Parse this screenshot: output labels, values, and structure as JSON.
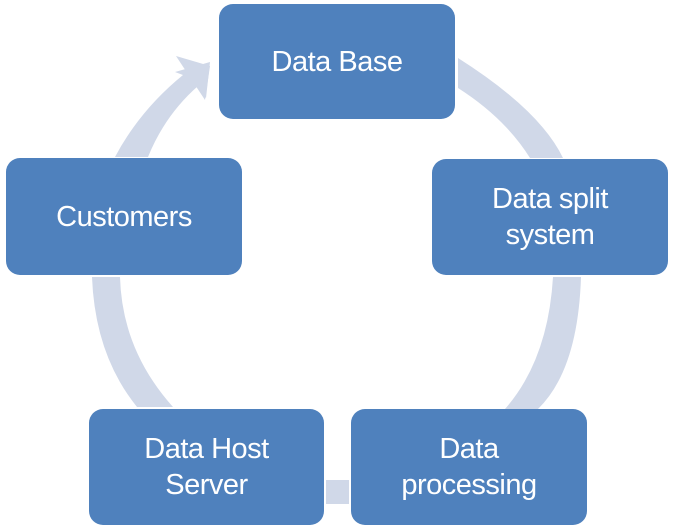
{
  "diagram": {
    "type": "cycle",
    "colors": {
      "node_fill": "#4F81BD",
      "node_text": "#FFFFFF",
      "connector": "#D0D8E8"
    },
    "nodes": [
      {
        "id": "data-base",
        "label": "Data Base"
      },
      {
        "id": "data-split-system",
        "label": "Data split\nsystem"
      },
      {
        "id": "data-processing",
        "label": "Data\nprocessing"
      },
      {
        "id": "data-host-server",
        "label": "Data Host\nServer"
      },
      {
        "id": "customers",
        "label": "Customers"
      }
    ],
    "edges": [
      {
        "from": "data-base",
        "to": "data-split-system"
      },
      {
        "from": "data-split-system",
        "to": "data-processing"
      },
      {
        "from": "data-processing",
        "to": "data-host-server"
      },
      {
        "from": "data-host-server",
        "to": "customers"
      },
      {
        "from": "customers",
        "to": "data-base",
        "arrowhead": true
      }
    ]
  }
}
